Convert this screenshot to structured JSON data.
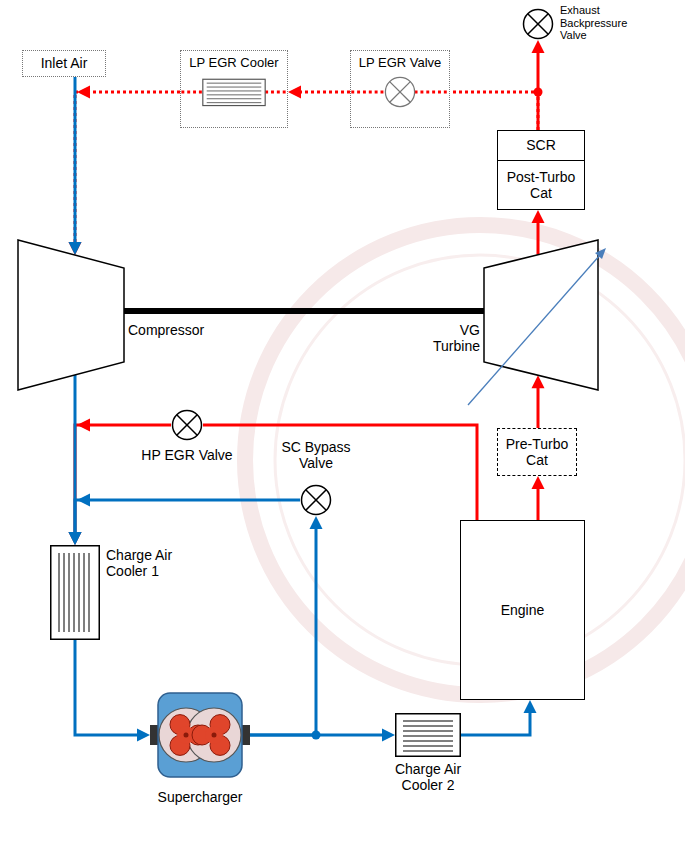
{
  "diagram": {
    "nodes": [
      {
        "text": [
          "Exhaust Backpressure Valve"
        ]
      },
      {
        "text": [
          "Inlet Air"
        ]
      },
      {
        "text": [
          "LP EGR Cooler"
        ]
      },
      {
        "text": [
          "LP EGR Valve"
        ]
      },
      {
        "text": [
          "SCR"
        ]
      },
      {
        "text": [
          "Post-Turbo Cat"
        ]
      },
      {
        "text": [
          "Compressor"
        ]
      },
      {
        "text": [
          "VG Turbine"
        ]
      },
      {
        "text": [
          "HP EGR Valve"
        ]
      },
      {
        "text": [
          "SC Bypass Valve"
        ]
      },
      {
        "text": [
          "Pre-Turbo Cat"
        ]
      },
      {
        "text": [
          "Charge Air Cooler 1"
        ]
      },
      {
        "text": [
          "Engine"
        ]
      },
      {
        "text": [
          "Supercharger"
        ]
      },
      {
        "text": [
          "Charge Air Cooler 2"
        ]
      }
    ],
    "edges": [
      {
        "from": 1,
        "to": 6,
        "arrow": "to"
      },
      {
        "from": 2,
        "to": 6,
        "arrow": "to"
      },
      {
        "from": 6,
        "to": 11,
        "arrow": "to"
      },
      {
        "from": 8,
        "to": 11,
        "arrow": "to"
      },
      {
        "from": 9,
        "to": 11,
        "arrow": "to"
      },
      {
        "from": 11,
        "to": 13,
        "arrow": "to"
      },
      {
        "from": 13,
        "to": 14,
        "arrow": "to"
      },
      {
        "from": 13,
        "to": 9,
        "arrow": "to"
      },
      {
        "from": 14,
        "to": 12,
        "arrow": "to"
      },
      {
        "from": 12,
        "to": 10,
        "arrow": "to"
      },
      {
        "from": 10,
        "to": 7,
        "arrow": "to"
      },
      {
        "from": 12,
        "to": 8,
        "arrow": "none"
      },
      {
        "from": 7,
        "to": 5,
        "arrow": "to"
      },
      {
        "from": 4,
        "to": 0,
        "arrow": "to"
      },
      {
        "from": 4,
        "to": 3,
        "arrow": "none"
      },
      {
        "from": 3,
        "to": 2,
        "arrow": "to"
      }
    ]
  }
}
